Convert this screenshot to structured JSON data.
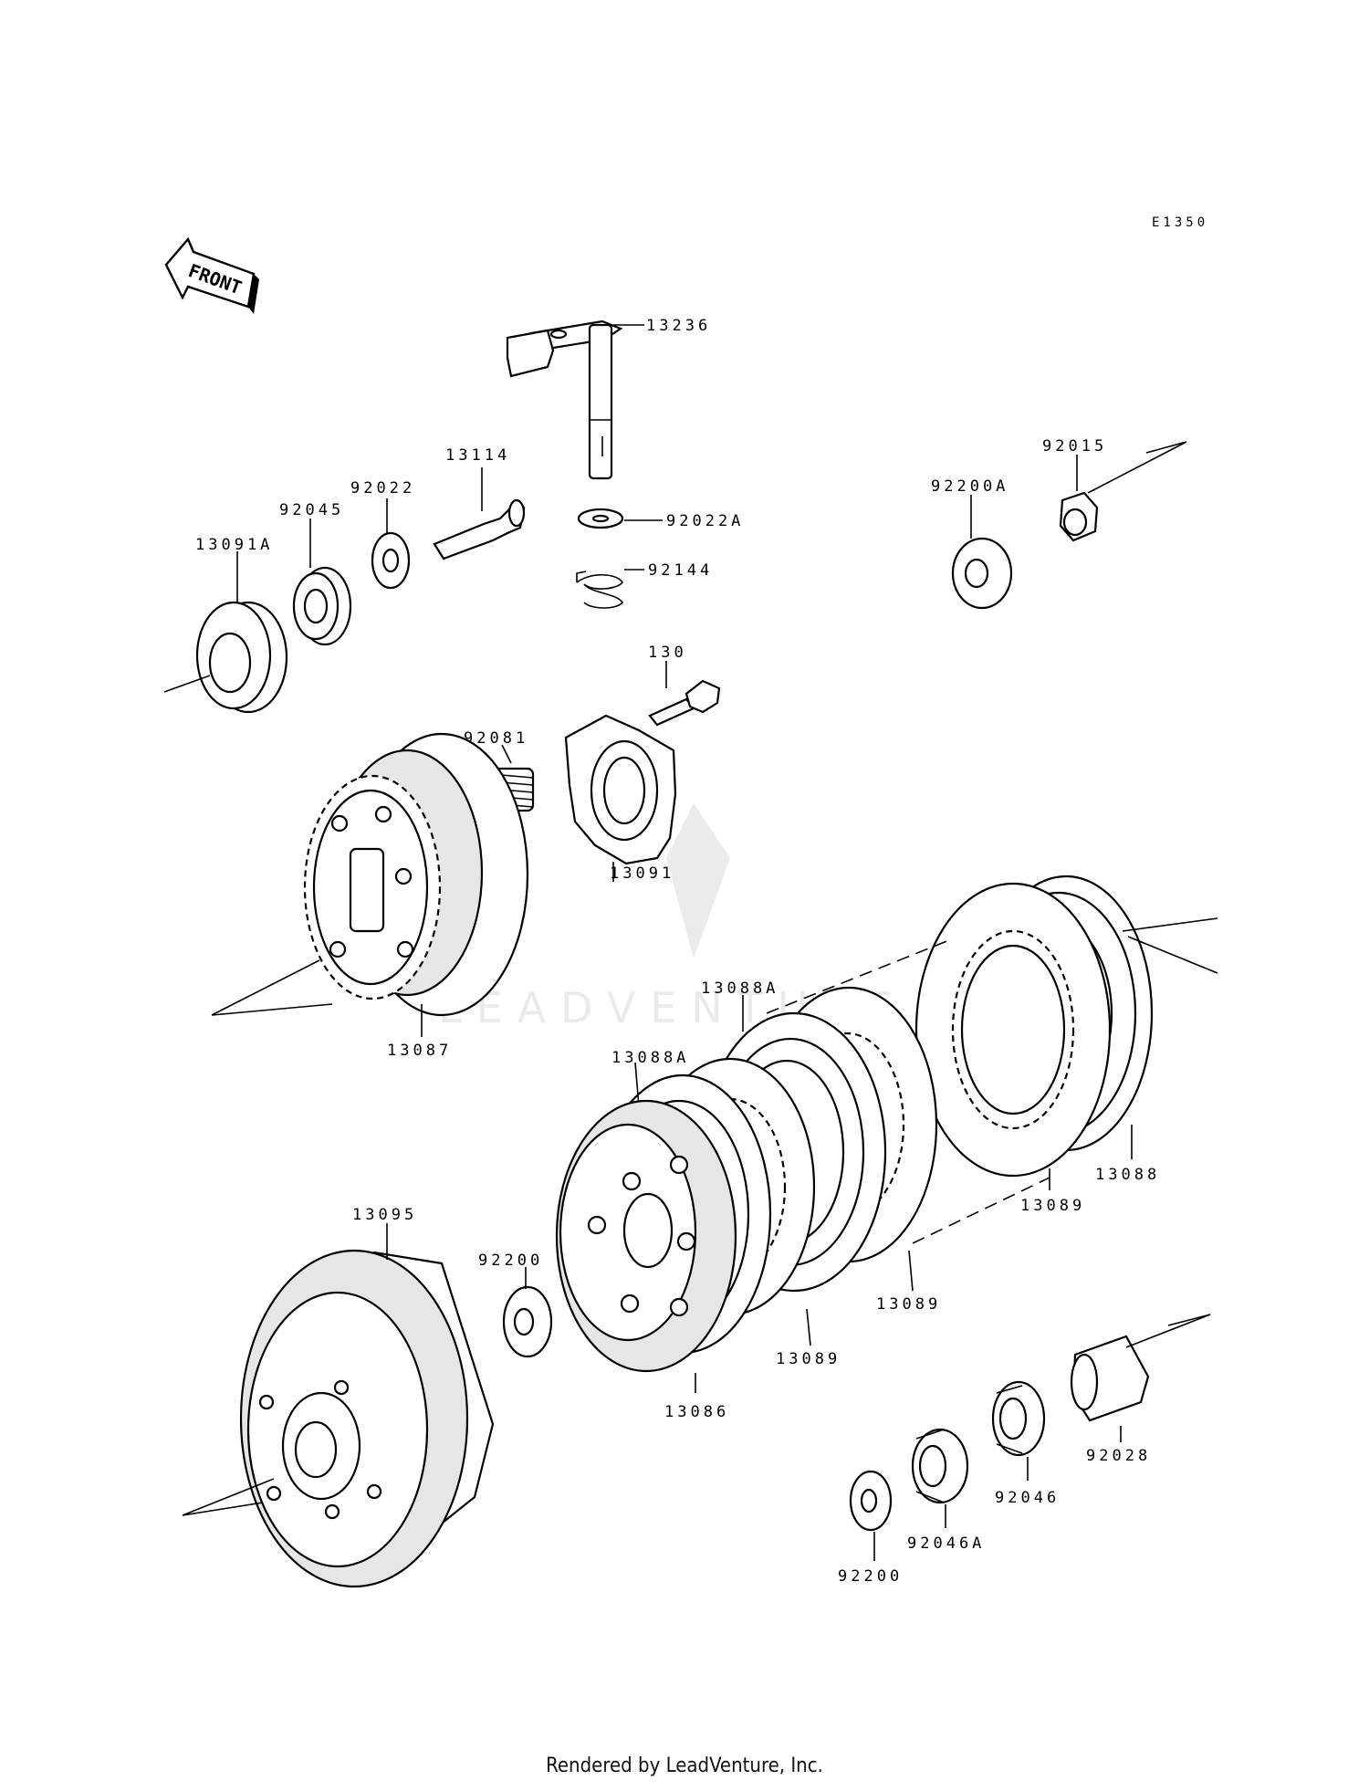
{
  "diagram_code": "E1350",
  "front_label": "FRONT",
  "watermark": "LEADVENTURE",
  "footer": "Rendered by LeadVenture, Inc.",
  "callouts": {
    "p13236": "13236",
    "p13114": "13114",
    "p92022": "92022",
    "p92045": "92045",
    "p13091A": "13091A",
    "p92022A": "92022A",
    "p92144": "92144",
    "p92200A": "92200A",
    "p92015": "92015",
    "p130": "130",
    "p92081": "92081",
    "p13091": "13091",
    "p13087": "13087",
    "p13088A_top": "13088A",
    "p13088A": "13088A",
    "p13088": "13088",
    "p13089_right": "13089",
    "p13089_mid": "13089",
    "p13089_left": "13089",
    "p13095": "13095",
    "p92200": "92200",
    "p13086": "13086",
    "p92028": "92028",
    "p92046": "92046",
    "p92046A": "92046A",
    "p92200_bottom": "92200"
  }
}
